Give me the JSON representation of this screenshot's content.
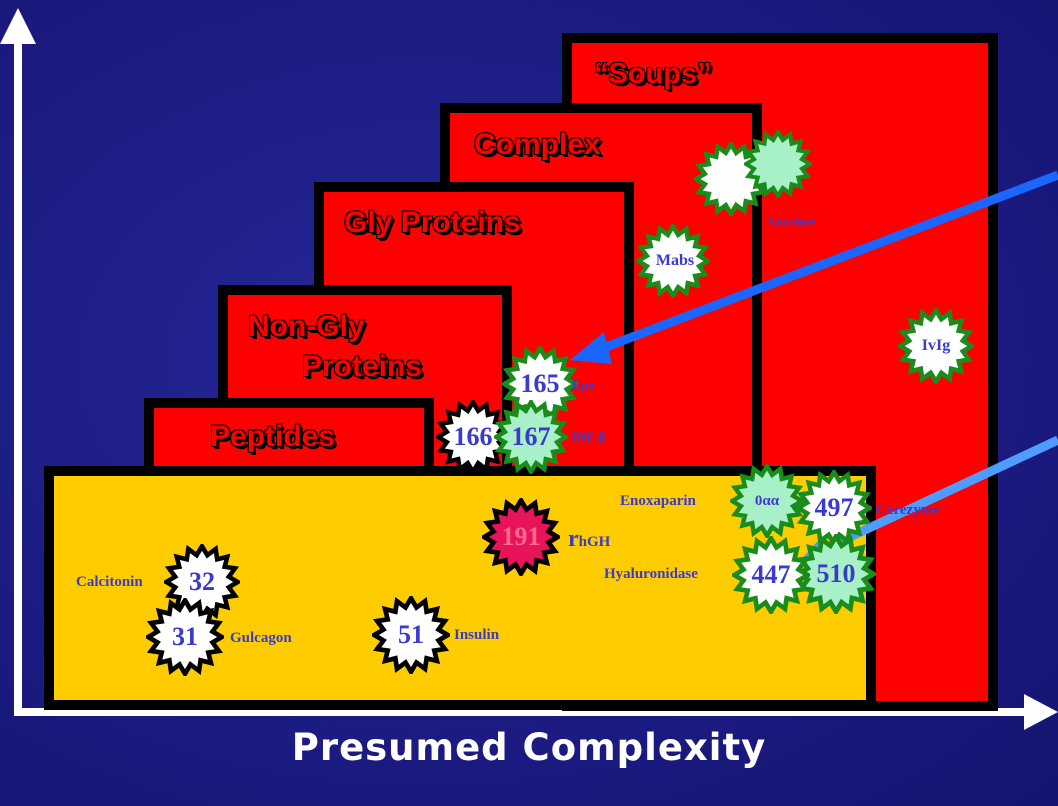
{
  "blocks": {
    "soups": "“Soups”",
    "complex": "Complex",
    "gly_proteins": "Gly Proteins",
    "non_gly_line1": "Non-Gly",
    "non_gly_line2": "Proteins",
    "peptides": "Peptides"
  },
  "stars": {
    "s165": "165",
    "s166": "166",
    "s167": "167",
    "s191": "191",
    "s32": "32",
    "s31": "31",
    "s51": "51",
    "s0aa": "0αα",
    "s497": "497",
    "s447": "447",
    "s510": "510",
    "mabs": "Mabs",
    "ivig": "IvIg"
  },
  "labels": {
    "epo": "Epo",
    "inf_beta": "INF-β",
    "vaccines": "Vaccines",
    "enoxaparin": "Enoxaparin",
    "cerezyme": "Cerezyme",
    "hyaluronidase": "Hyaluronidase",
    "rhgh_r": "r",
    "rhgh_rest": "hGH",
    "calcitonin": "Calcitonin",
    "gulcagon": "Gulcagon",
    "insulin": "Insulin"
  },
  "axis": {
    "x_title": "Presumed Complexity"
  },
  "colors": {
    "background": "#1c1c84",
    "block_red": "#ff0000",
    "base_yellow": "#ffcc00",
    "star_white": "#ffffff",
    "star_mint": "#a8f0c8",
    "star_magenta": "#e8145a",
    "border_green": "#1a8c1a",
    "arrow_blue": "#1a66ff",
    "arrow_light_blue": "#4f9cff"
  }
}
